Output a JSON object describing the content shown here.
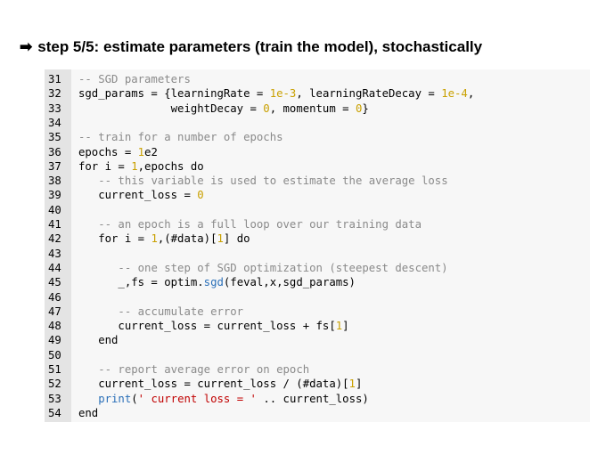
{
  "heading": {
    "arrow": "➡",
    "text": "step 5/5: estimate parameters (train the model), stochastically"
  },
  "code": {
    "lines": [
      {
        "num": "31",
        "segments": [
          {
            "t": "-- SGD parameters",
            "c": "cm"
          }
        ]
      },
      {
        "num": "32",
        "segments": [
          {
            "t": "sgd_params = {learningRate = ",
            "c": ""
          },
          {
            "t": "1e-3",
            "c": "nm"
          },
          {
            "t": ", learningRateDecay = ",
            "c": ""
          },
          {
            "t": "1e-4",
            "c": "nm"
          },
          {
            "t": ",",
            "c": ""
          }
        ]
      },
      {
        "num": "33",
        "segments": [
          {
            "t": "              weightDecay = ",
            "c": ""
          },
          {
            "t": "0",
            "c": "nm"
          },
          {
            "t": ", momentum = ",
            "c": ""
          },
          {
            "t": "0",
            "c": "nm"
          },
          {
            "t": "}",
            "c": ""
          }
        ]
      },
      {
        "num": "34",
        "segments": []
      },
      {
        "num": "35",
        "segments": [
          {
            "t": "-- train for a number of epochs",
            "c": "cm"
          }
        ]
      },
      {
        "num": "36",
        "segments": [
          {
            "t": "epochs = ",
            "c": ""
          },
          {
            "t": "1",
            "c": "nm"
          },
          {
            "t": "e2",
            "c": ""
          }
        ]
      },
      {
        "num": "37",
        "segments": [
          {
            "t": "for i = ",
            "c": ""
          },
          {
            "t": "1",
            "c": "nm"
          },
          {
            "t": ",epochs do",
            "c": ""
          }
        ]
      },
      {
        "num": "38",
        "segments": [
          {
            "t": "   ",
            "c": ""
          },
          {
            "t": "-- this variable is used to estimate the average loss",
            "c": "cm"
          }
        ]
      },
      {
        "num": "39",
        "segments": [
          {
            "t": "   current_loss = ",
            "c": ""
          },
          {
            "t": "0",
            "c": "nm"
          }
        ]
      },
      {
        "num": "40",
        "segments": []
      },
      {
        "num": "41",
        "segments": [
          {
            "t": "   ",
            "c": ""
          },
          {
            "t": "-- an epoch is a full loop over our training data",
            "c": "cm"
          }
        ]
      },
      {
        "num": "42",
        "segments": [
          {
            "t": "   for i = ",
            "c": ""
          },
          {
            "t": "1",
            "c": "nm"
          },
          {
            "t": ",(#data)[",
            "c": ""
          },
          {
            "t": "1",
            "c": "nm"
          },
          {
            "t": "] do",
            "c": ""
          }
        ]
      },
      {
        "num": "43",
        "segments": []
      },
      {
        "num": "44",
        "segments": [
          {
            "t": "      ",
            "c": ""
          },
          {
            "t": "-- one step of SGD optimization (steepest descent)",
            "c": "cm"
          }
        ]
      },
      {
        "num": "45",
        "segments": [
          {
            "t": "      _,fs = optim.",
            "c": ""
          },
          {
            "t": "sgd",
            "c": "fn"
          },
          {
            "t": "(feval,x,sgd_params)",
            "c": ""
          }
        ]
      },
      {
        "num": "46",
        "segments": []
      },
      {
        "num": "47",
        "segments": [
          {
            "t": "      ",
            "c": ""
          },
          {
            "t": "-- accumulate error",
            "c": "cm"
          }
        ]
      },
      {
        "num": "48",
        "segments": [
          {
            "t": "      current_loss = current_loss + fs[",
            "c": ""
          },
          {
            "t": "1",
            "c": "nm"
          },
          {
            "t": "]",
            "c": ""
          }
        ]
      },
      {
        "num": "49",
        "segments": [
          {
            "t": "   end",
            "c": ""
          }
        ]
      },
      {
        "num": "50",
        "segments": []
      },
      {
        "num": "51",
        "segments": [
          {
            "t": "   ",
            "c": ""
          },
          {
            "t": "-- report average error on epoch",
            "c": "cm"
          }
        ]
      },
      {
        "num": "52",
        "segments": [
          {
            "t": "   current_loss = current_loss / (#data)[",
            "c": ""
          },
          {
            "t": "1",
            "c": "nm"
          },
          {
            "t": "]",
            "c": ""
          }
        ]
      },
      {
        "num": "53",
        "segments": [
          {
            "t": "   ",
            "c": ""
          },
          {
            "t": "print",
            "c": "fn"
          },
          {
            "t": "(",
            "c": ""
          },
          {
            "t": "' current loss = '",
            "c": "st"
          },
          {
            "t": " .. current_loss)",
            "c": ""
          }
        ]
      },
      {
        "num": "54",
        "segments": [
          {
            "t": "end",
            "c": ""
          }
        ]
      }
    ]
  },
  "colors": {
    "comment": "#8a8a8a",
    "number": "#c9a000",
    "string": "#c00000",
    "function": "#2a6fb8",
    "code_background": "#f7f7f7",
    "gutter_background": "#e4e4e4"
  }
}
